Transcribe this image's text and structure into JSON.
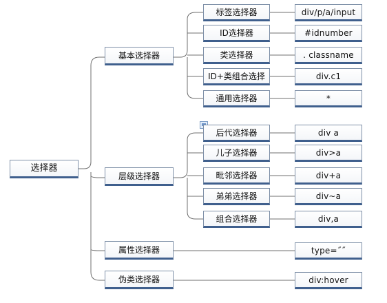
{
  "root": {
    "label": "选择器"
  },
  "groups": [
    {
      "label": "基本选择器"
    },
    {
      "label": "层级选择器"
    },
    {
      "label": "属性选择器"
    },
    {
      "label": "伪类选择器"
    }
  ],
  "basic": [
    {
      "label": "标签选择器",
      "value": "div/p/a/input"
    },
    {
      "label": "ID选择器",
      "value": "#idnumber"
    },
    {
      "label": "类选择器",
      "value": ". classname"
    },
    {
      "label": "ID+类组合选择",
      "value": "div.c1"
    },
    {
      "label": "通用选择器",
      "value": "*"
    }
  ],
  "hierarchy": [
    {
      "label": "后代选择器",
      "value": "div a"
    },
    {
      "label": "儿子选择器",
      "value": "div>a"
    },
    {
      "label": "毗邻选择器",
      "value": "div+a"
    },
    {
      "label": "弟弟选择器",
      "value": "div~a"
    },
    {
      "label": "组合选择器",
      "value": "div,a"
    }
  ],
  "attribute": {
    "value": "type=˝˝"
  },
  "pseudo": {
    "value": "div:hover"
  },
  "colors": {
    "line": "#6f6f6f",
    "node_border": "#7d8fa7",
    "node_bottom": "#3f5f8d"
  },
  "icons": {
    "note": "note-icon"
  }
}
